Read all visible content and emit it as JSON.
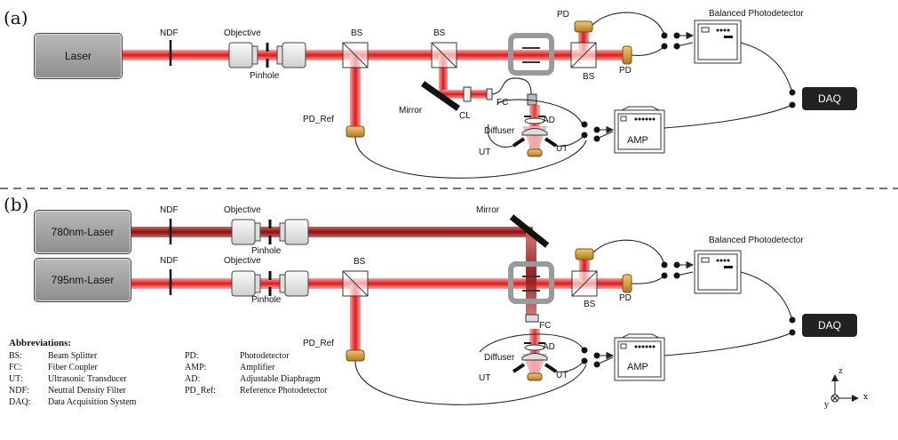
{
  "panels": {
    "a": "(a)",
    "b": "(b)"
  },
  "panel_a": {
    "laser": "Laser",
    "ndf": "NDF",
    "objective": "Objective",
    "pinhole": "Pinhole",
    "bs1": "BS",
    "bs2": "BS",
    "bs3": "BS",
    "pd_top": "PD",
    "pd_right": "PD",
    "pd_ref": "PD_Ref",
    "mirror": "Mirror",
    "cl": "CL",
    "fc": "FC",
    "ad": "AD",
    "diffuser": "Diffuser",
    "ut_left": "UT",
    "ut_right": "UT",
    "balanced": "Balanced Photodetector",
    "daq": "DAQ",
    "amp": "AMP"
  },
  "panel_b": {
    "laser780": "780nm-Laser",
    "laser795": "795nm-Laser",
    "ndf1": "NDF",
    "ndf2": "NDF",
    "objective1": "Objective",
    "objective2": "Objective",
    "pinhole1": "Pinhole",
    "pinhole2": "Pinhole",
    "mirror": "Mirror",
    "bs1": "BS",
    "bs2": "BS",
    "pd_right": "PD",
    "pd_ref": "PD_Ref",
    "fc": "FC",
    "ad": "AD",
    "diffuser": "Diffuser",
    "ut_left": "UT",
    "ut_right": "UT",
    "balanced": "Balanced Photodetector",
    "daq": "DAQ",
    "amp": "AMP"
  },
  "abbreviations": {
    "title": "Abbreviations:",
    "rows": [
      [
        "BS:",
        "Beam Splitter",
        "PD:",
        "Photodetector"
      ],
      [
        "FC:",
        "Fiber Coupler",
        "AMP:",
        "Amplifier"
      ],
      [
        "UT:",
        "Ultrasonic Transducer",
        "AD:",
        "Adjustable Diaphragm"
      ],
      [
        "NDF:",
        "Neutral Density Filter",
        "PD_Ref:",
        "Reference Photodetector"
      ],
      [
        "DAQ:",
        "Data Acquisition System",
        "",
        ""
      ]
    ]
  },
  "axes": {
    "z": "z",
    "x": "x",
    "y": "y"
  },
  "colors": {
    "beam": "#e02020",
    "beam_dark": "#9a1010",
    "detector": "#d9a441",
    "frame": "#9a9a9a"
  }
}
